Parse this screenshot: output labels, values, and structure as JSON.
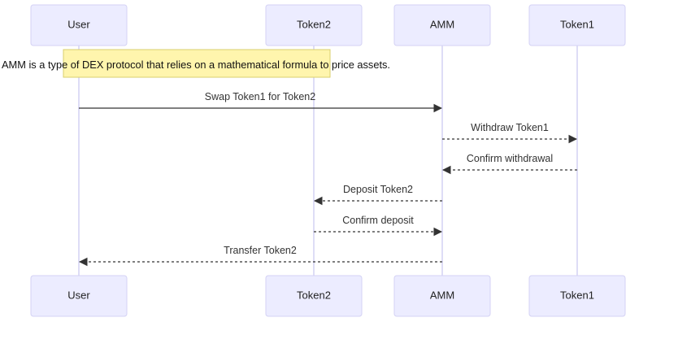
{
  "diagram": {
    "actors": [
      {
        "id": "user",
        "label": "User"
      },
      {
        "id": "token2",
        "label": "Token2"
      },
      {
        "id": "amm",
        "label": "AMM"
      },
      {
        "id": "token1",
        "label": "Token1"
      }
    ],
    "note": {
      "text": "AMM is a type of DEX protocol that relies on a mathematical formula to price assets."
    },
    "messages": [
      {
        "from": "user",
        "to": "amm",
        "text": "Swap Token1 for Token2",
        "style": "solid"
      },
      {
        "from": "amm",
        "to": "token1",
        "text": "Withdraw Token1",
        "style": "dashed"
      },
      {
        "from": "token1",
        "to": "amm",
        "text": "Confirm withdrawal",
        "style": "dashed"
      },
      {
        "from": "amm",
        "to": "token2",
        "text": "Deposit Token2",
        "style": "dashed"
      },
      {
        "from": "token2",
        "to": "amm",
        "text": "Confirm deposit",
        "style": "dashed"
      },
      {
        "from": "amm",
        "to": "user",
        "text": "Transfer Token2",
        "style": "dashed"
      }
    ],
    "colors": {
      "actor_fill": "#ECECFF",
      "actor_stroke": "#D4D2F4",
      "note_fill": "#FFF5AD",
      "line": "#333333"
    }
  }
}
